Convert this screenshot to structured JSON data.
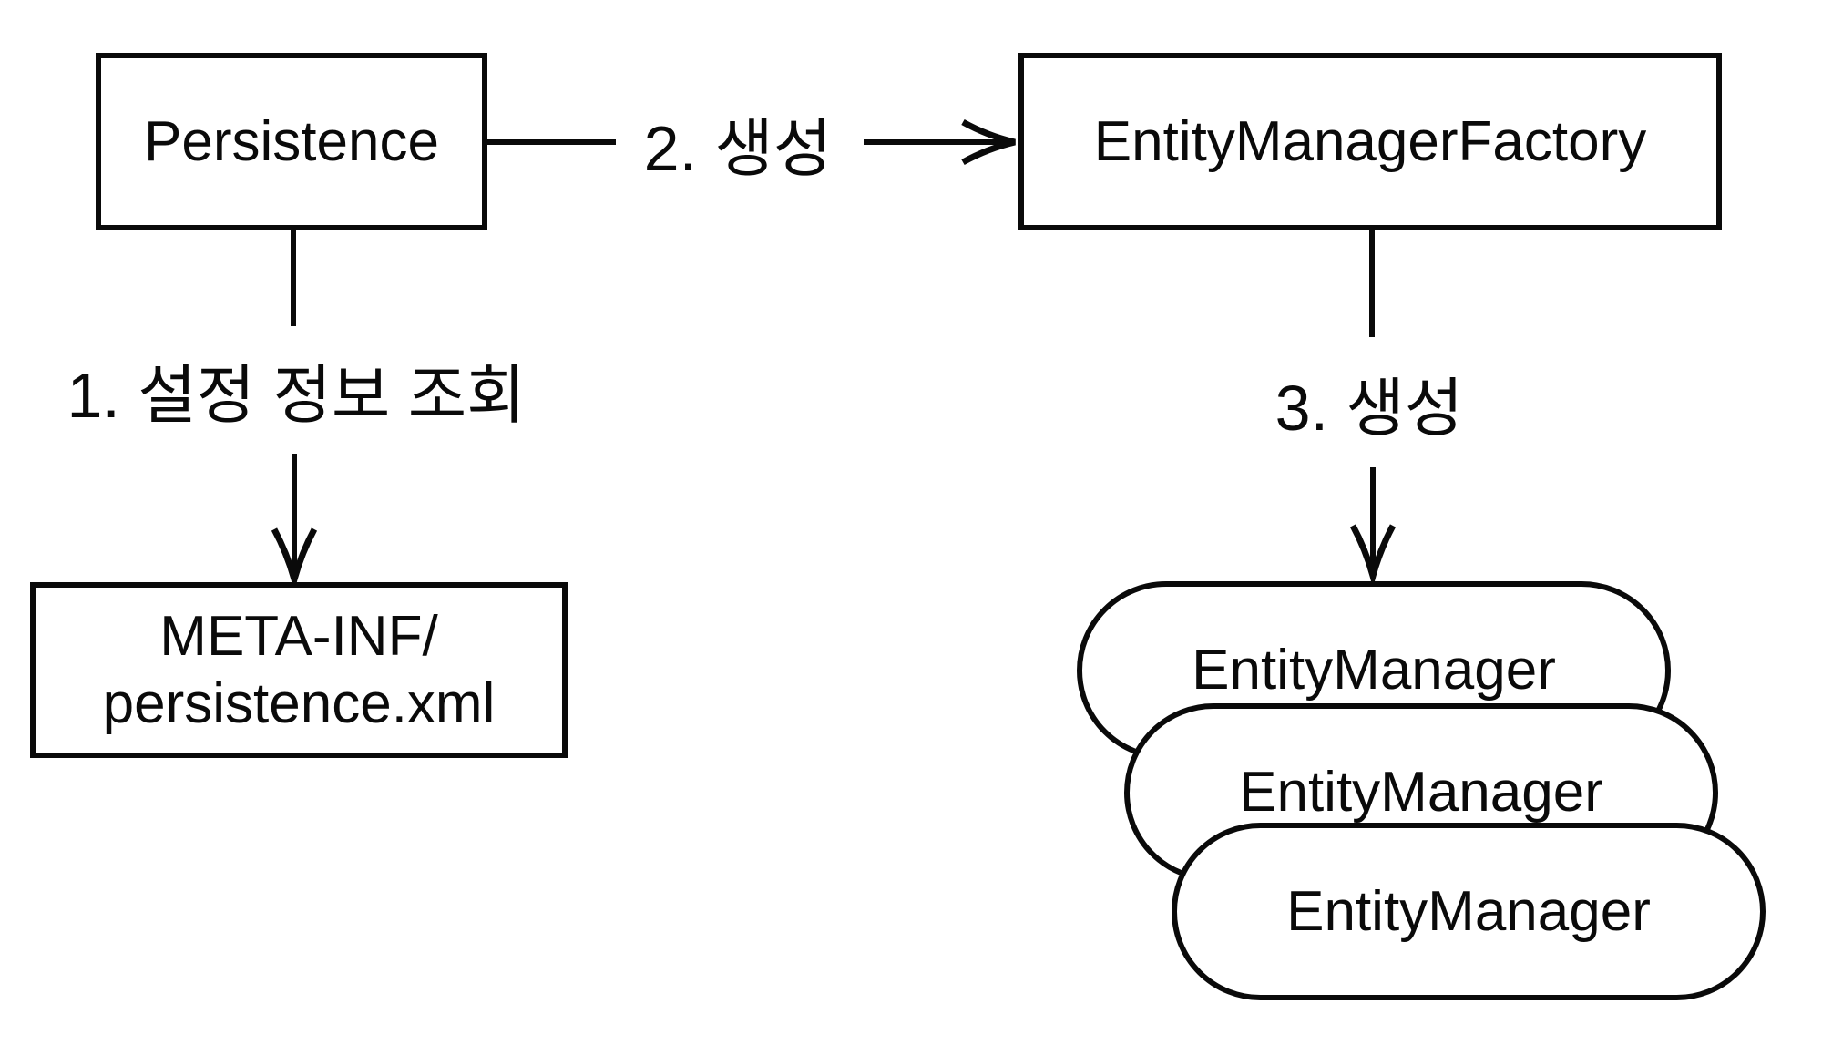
{
  "diagram": {
    "title_implicit": "JPA EntityManagerFactory creation flow",
    "colors": {
      "background": "#ffffff",
      "line": "#0a0a0a",
      "node_fill": "#ffffff"
    },
    "nodes": {
      "persistence": {
        "label": "Persistence"
      },
      "entity_manager_factory": {
        "label": "EntityManagerFactory"
      },
      "persistence_xml": {
        "label_line1": "META-INF/",
        "label_line2": "persistence.xml"
      },
      "entity_managers": [
        {
          "label": "EntityManager"
        },
        {
          "label": "EntityManager"
        },
        {
          "label": "EntityManager"
        }
      ]
    },
    "edges": {
      "step1": {
        "label": "1. 설정 정보 조회",
        "from": "persistence",
        "to": "persistence_xml"
      },
      "step2": {
        "label": "2. 생성",
        "from": "persistence",
        "to": "entity_manager_factory"
      },
      "step3": {
        "label": "3. 생성",
        "from": "entity_manager_factory",
        "to": "entity_managers"
      }
    }
  }
}
